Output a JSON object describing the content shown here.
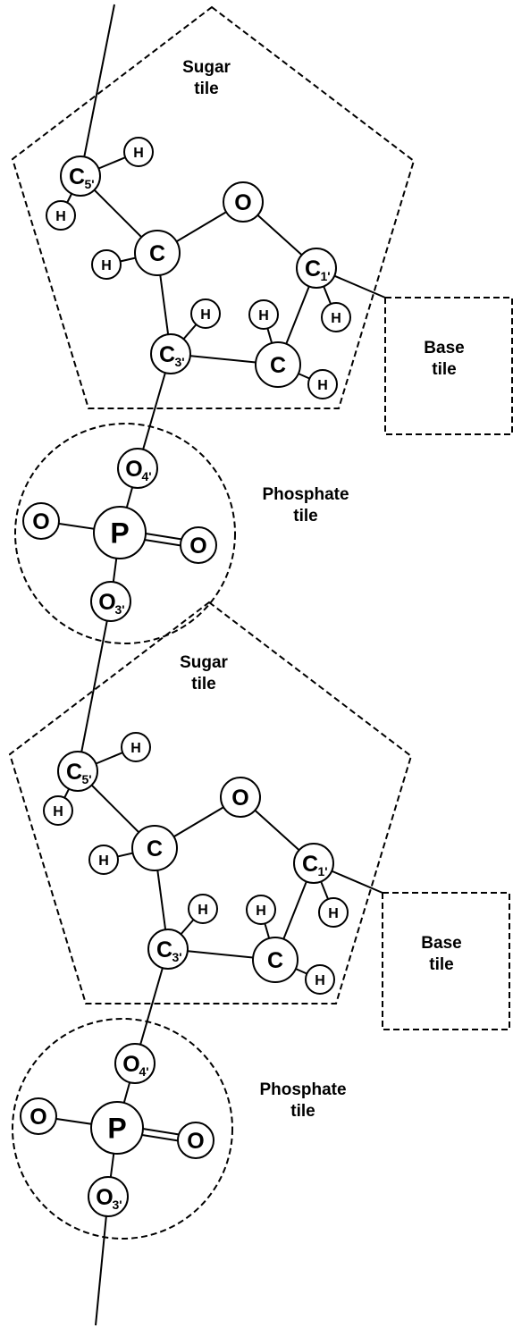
{
  "units": [
    {
      "sugar_tile_label": [
        "Sugar",
        "tile"
      ],
      "base_tile_label": [
        "Base",
        "tile"
      ],
      "phosphate_tile_label": [
        "Phosphate",
        "tile"
      ],
      "atoms": {
        "c5": {
          "symbol": "C",
          "sub": "5'"
        },
        "c4": {
          "symbol": "C",
          "sub": ""
        },
        "o_ring": {
          "symbol": "O",
          "sub": ""
        },
        "c1": {
          "symbol": "C",
          "sub": "1'"
        },
        "c3": {
          "symbol": "C",
          "sub": "3'"
        },
        "c2": {
          "symbol": "C",
          "sub": ""
        },
        "h_c5_a": {
          "symbol": "H",
          "sub": ""
        },
        "h_c5_b": {
          "symbol": "H",
          "sub": ""
        },
        "h_c4": {
          "symbol": "H",
          "sub": ""
        },
        "h_c3": {
          "symbol": "H",
          "sub": ""
        },
        "h_c2_a": {
          "symbol": "H",
          "sub": ""
        },
        "h_c2_b": {
          "symbol": "H",
          "sub": ""
        },
        "h_c1": {
          "symbol": "H",
          "sub": ""
        },
        "o4": {
          "symbol": "O",
          "sub": "4'"
        },
        "p": {
          "symbol": "P",
          "sub": ""
        },
        "o_left": {
          "symbol": "O",
          "sub": ""
        },
        "o_right": {
          "symbol": "O",
          "sub": ""
        },
        "o3": {
          "symbol": "O",
          "sub": "3'"
        }
      }
    },
    {
      "sugar_tile_label": [
        "Sugar",
        "tile"
      ],
      "base_tile_label": [
        "Base",
        "tile"
      ],
      "phosphate_tile_label": [
        "Phosphate",
        "tile"
      ],
      "atoms": {
        "c5": {
          "symbol": "C",
          "sub": "5'"
        },
        "c4": {
          "symbol": "C",
          "sub": ""
        },
        "o_ring": {
          "symbol": "O",
          "sub": ""
        },
        "c1": {
          "symbol": "C",
          "sub": "1'"
        },
        "c3": {
          "symbol": "C",
          "sub": "3'"
        },
        "c2": {
          "symbol": "C",
          "sub": ""
        },
        "h_c5_a": {
          "symbol": "H",
          "sub": ""
        },
        "h_c5_b": {
          "symbol": "H",
          "sub": ""
        },
        "h_c4": {
          "symbol": "H",
          "sub": ""
        },
        "h_c3": {
          "symbol": "H",
          "sub": ""
        },
        "h_c2_a": {
          "symbol": "H",
          "sub": ""
        },
        "h_c2_b": {
          "symbol": "H",
          "sub": ""
        },
        "h_c1": {
          "symbol": "H",
          "sub": ""
        },
        "o4": {
          "symbol": "O",
          "sub": "4'"
        },
        "p": {
          "symbol": "P",
          "sub": ""
        },
        "o_left": {
          "symbol": "O",
          "sub": ""
        },
        "o_right": {
          "symbol": "O",
          "sub": ""
        },
        "o3": {
          "symbol": "O",
          "sub": "3'"
        }
      }
    }
  ]
}
